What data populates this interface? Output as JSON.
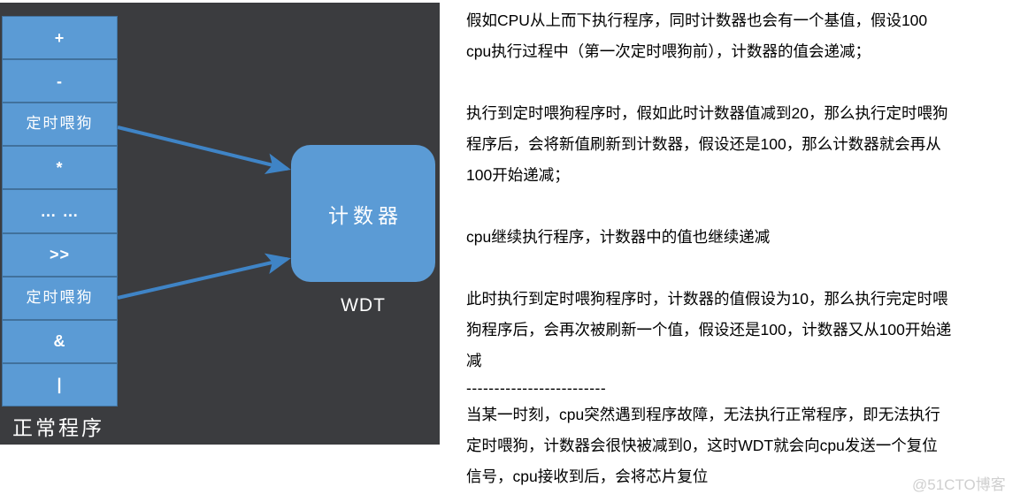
{
  "diagram": {
    "background_color": "#3b3c3f",
    "accent_color": "#5b9bd5",
    "program_rows": [
      {
        "label": "+",
        "kind": "sym"
      },
      {
        "label": "-",
        "kind": "sym"
      },
      {
        "label": "定时喂狗",
        "kind": "cjk"
      },
      {
        "label": "*",
        "kind": "sym"
      },
      {
        "label": "… …",
        "kind": "sym"
      },
      {
        "label": ">>",
        "kind": "sym"
      },
      {
        "label": "定时喂狗",
        "kind": "cjk"
      },
      {
        "label": "&",
        "kind": "sym"
      },
      {
        "label": "|",
        "kind": "sym"
      }
    ],
    "program_caption": "正常程序",
    "counter_label": "计数器",
    "wdt_label": "WDT"
  },
  "notes": {
    "paragraphs": [
      [
        "假如CPU从上而下执行程序，同时计数器也会有一个基值，假设100",
        "cpu执行过程中（第一次定时喂狗前），计数器的值会递减；"
      ],
      [
        "执行到定时喂狗程序时，假如此时计数器值减到20，那么执行定时喂狗",
        "程序后，会将新值刷新到计数器，假设还是100，那么计数器就会再从",
        "100开始递减；"
      ],
      [
        "cpu继续执行程序，计数器中的值也继续递减"
      ],
      [
        "此时执行到定时喂狗程序时，计数器的值假设为10，那么执行完定时喂",
        "狗程序后，会再次被刷新一个值，假设还是100，计数器又从100开始递",
        "减"
      ]
    ],
    "divider": "-------------------------",
    "final_paragraph": [
      "当某一时刻，cpu突然遇到程序故障，无法执行正常程序，即无法执行",
      "定时喂狗，计数器会很快被减到0，这时WDT就会向cpu发送一个复位",
      "信号，cpu接收到后，会将芯片复位"
    ]
  },
  "watermark": "@51CTO博客"
}
